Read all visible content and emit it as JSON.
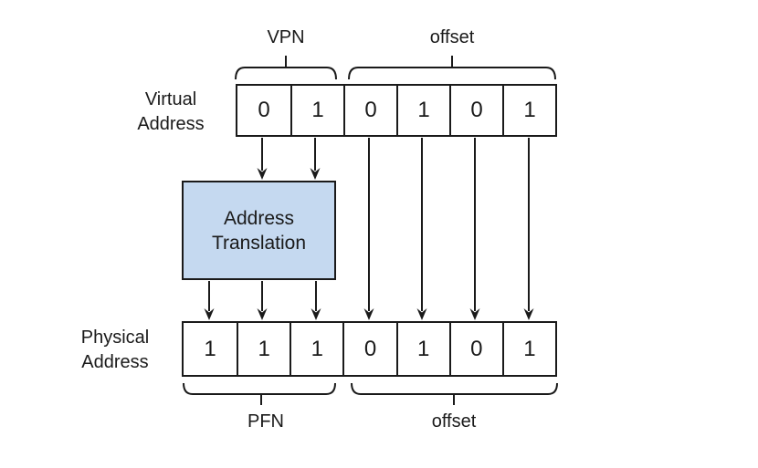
{
  "labels": {
    "vpn": "VPN",
    "offset_top": "offset",
    "pfn": "PFN",
    "offset_bottom": "offset"
  },
  "virtual": {
    "label_line1": "Virtual",
    "label_line2": "Address",
    "bits": [
      "0",
      "1",
      "0",
      "1",
      "0",
      "1"
    ]
  },
  "translation": {
    "line1": "Address",
    "line2": "Translation"
  },
  "physical": {
    "label_line1": "Physical",
    "label_line2": "Address",
    "bits": [
      "1",
      "1",
      "1",
      "0",
      "1",
      "0",
      "1"
    ]
  },
  "colors": {
    "box_fill": "#c5d9f0",
    "line": "#1a1a1a"
  }
}
